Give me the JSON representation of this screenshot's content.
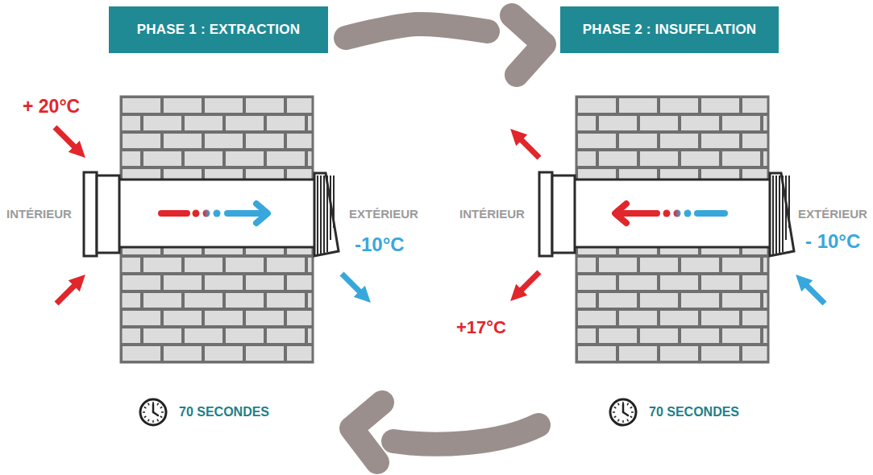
{
  "diagram": {
    "nodes": [
      {
        "text": [
          "PHASE 1 : EXTRACTION"
        ]
      },
      {
        "text": [
          "PHASE 2 : INSUFFLATION"
        ]
      }
    ],
    "edges": [
      {
        "from": 0,
        "to": 1,
        "arrow": "to"
      }
    ],
    "labels": [
      "+ 20°C",
      "INTÉRIEUR",
      "EXTÉRIEUR",
      "-10°C",
      "70 SECONDES",
      "INTÉRIEUR",
      "EXTÉRIEUR",
      "- 10°C",
      "+17°C",
      "70 SECONDES"
    ]
  }
}
